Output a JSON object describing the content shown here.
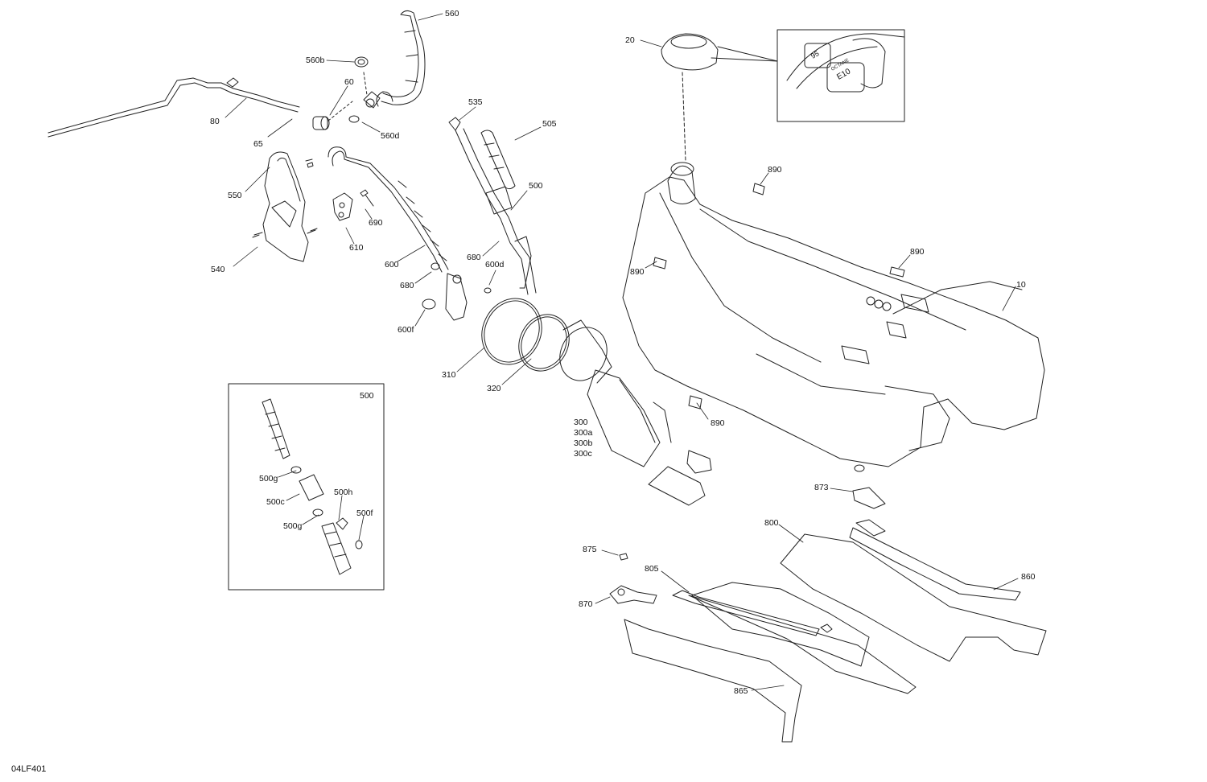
{
  "diagram": {
    "code": "04LF401",
    "inset_label": "500",
    "callouts": {
      "p560": "560",
      "p560b": "560b",
      "p60": "60",
      "p80": "80",
      "p65": "65",
      "p560d": "560d",
      "p535": "535",
      "p505": "505",
      "p500": "500",
      "p550": "550",
      "p690": "690",
      "p610": "610",
      "p540": "540",
      "p600": "600",
      "p680a": "680",
      "p680b": "680",
      "p600d": "600d",
      "p600f": "600f",
      "p310": "310",
      "p320": "320",
      "p300": "300",
      "p300a": "300a",
      "p300b": "300b",
      "p300c": "300c",
      "p20": "20",
      "p890a": "890",
      "p890b": "890",
      "p890c": "890",
      "p890d": "890",
      "p10": "10",
      "p873": "873",
      "p800": "800",
      "p875": "875",
      "p805": "805",
      "p870": "870",
      "p860": "860",
      "p865": "865",
      "p500g_a": "500g",
      "p500c": "500c",
      "p500h": "500h",
      "p500f": "500f",
      "p500g_b": "500g"
    },
    "fuel_cap_marks": {
      "octane": "95",
      "ethanol": "E10",
      "label": "OCTANE"
    }
  }
}
